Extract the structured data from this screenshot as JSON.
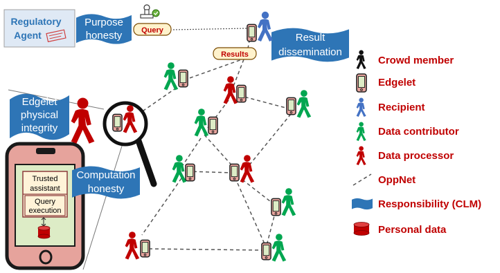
{
  "regulatory_agent": {
    "line1": "Regulatory",
    "line2": "Agent"
  },
  "responsibilities": {
    "purpose_honesty": [
      "Purpose",
      "honesty"
    ],
    "result_dissemination": [
      "Result",
      "dissemination"
    ],
    "edgelet_integrity": [
      "Edgelet",
      "physical",
      "integrity"
    ],
    "computation_honesty": [
      "Computation",
      "honesty"
    ]
  },
  "pills": {
    "query": "Query",
    "results": "Results"
  },
  "phone_boxes": {
    "trusted_assistant": [
      "Trusted",
      "assistant"
    ],
    "query_execution": [
      "Query",
      "execution"
    ]
  },
  "legend": [
    {
      "icon": "crowd-member-icon",
      "label": "Crowd member"
    },
    {
      "icon": "edgelet-icon",
      "label": "Edgelet"
    },
    {
      "icon": "recipient-icon",
      "label": "Recipient"
    },
    {
      "icon": "data-contributor-icon",
      "label": "Data contributor"
    },
    {
      "icon": "data-processor-icon",
      "label": "Data processor"
    },
    {
      "icon": "oppnet-icon",
      "label": "OppNet"
    },
    {
      "icon": "responsibility-flag-icon",
      "label": "Responsibility (CLM)"
    },
    {
      "icon": "personal-data-icon",
      "label": "Personal data"
    }
  ],
  "colors": {
    "recipient": "#4472c4",
    "contributor": "#00a650",
    "processor": "#c00000",
    "flag": "#2e75b6",
    "edgelet_fill": "#e6a39c",
    "legend_text": "#c00000"
  }
}
